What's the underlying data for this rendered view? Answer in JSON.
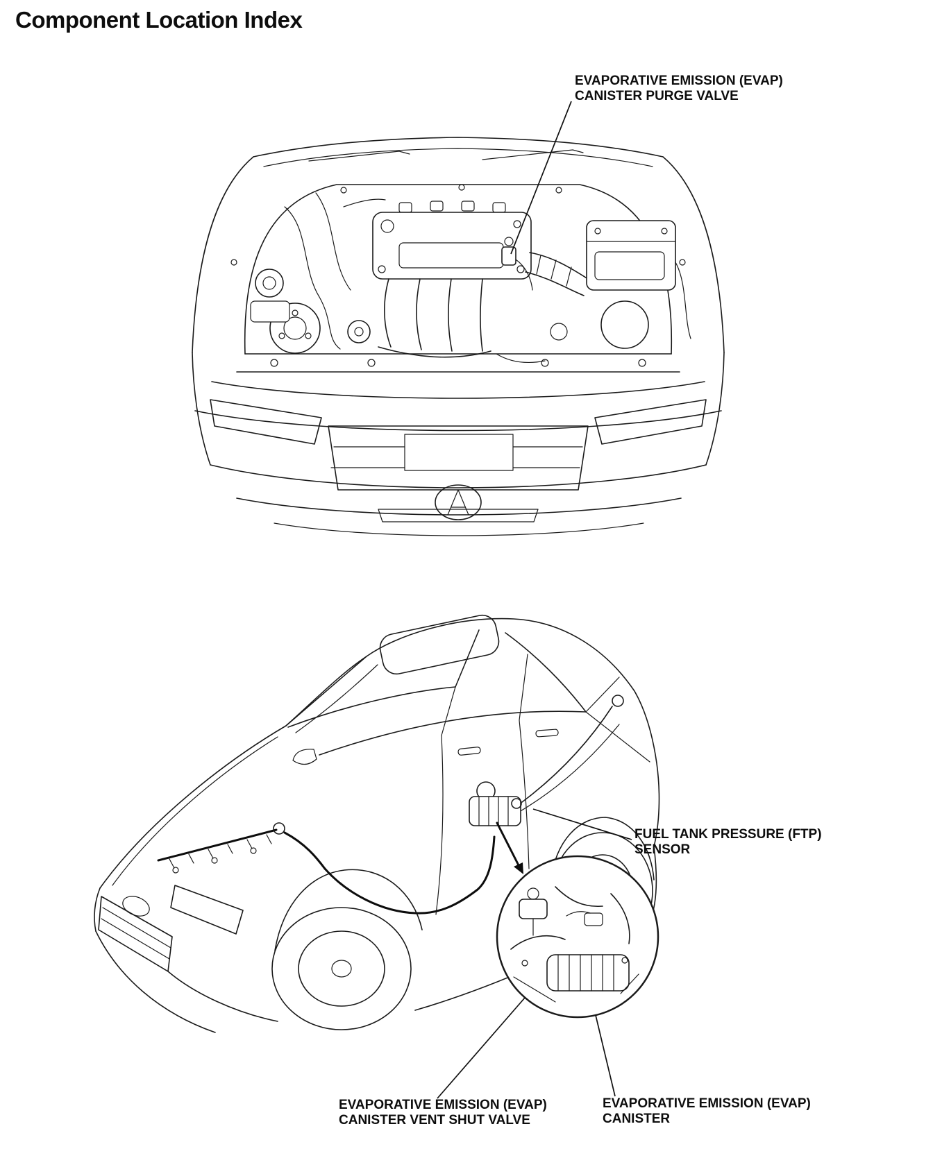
{
  "page": {
    "title": "Component Location Index"
  },
  "callouts": {
    "purge_valve": {
      "line1": "EVAPORATIVE EMISSION (EVAP)",
      "line2": "CANISTER PURGE VALVE"
    },
    "ftp_sensor": {
      "line1": "FUEL TANK PRESSURE (FTP)",
      "line2": "SENSOR"
    },
    "vent_shut_valve": {
      "line1": "EVAPORATIVE EMISSION (EVAP)",
      "line2": "CANISTER VENT SHUT VALVE"
    },
    "canister": {
      "line1": "EVAPORATIVE EMISSION (EVAP)",
      "line2": "CANISTER"
    }
  },
  "colors": {
    "ink": "#1a1a1a",
    "paper": "#ffffff"
  }
}
